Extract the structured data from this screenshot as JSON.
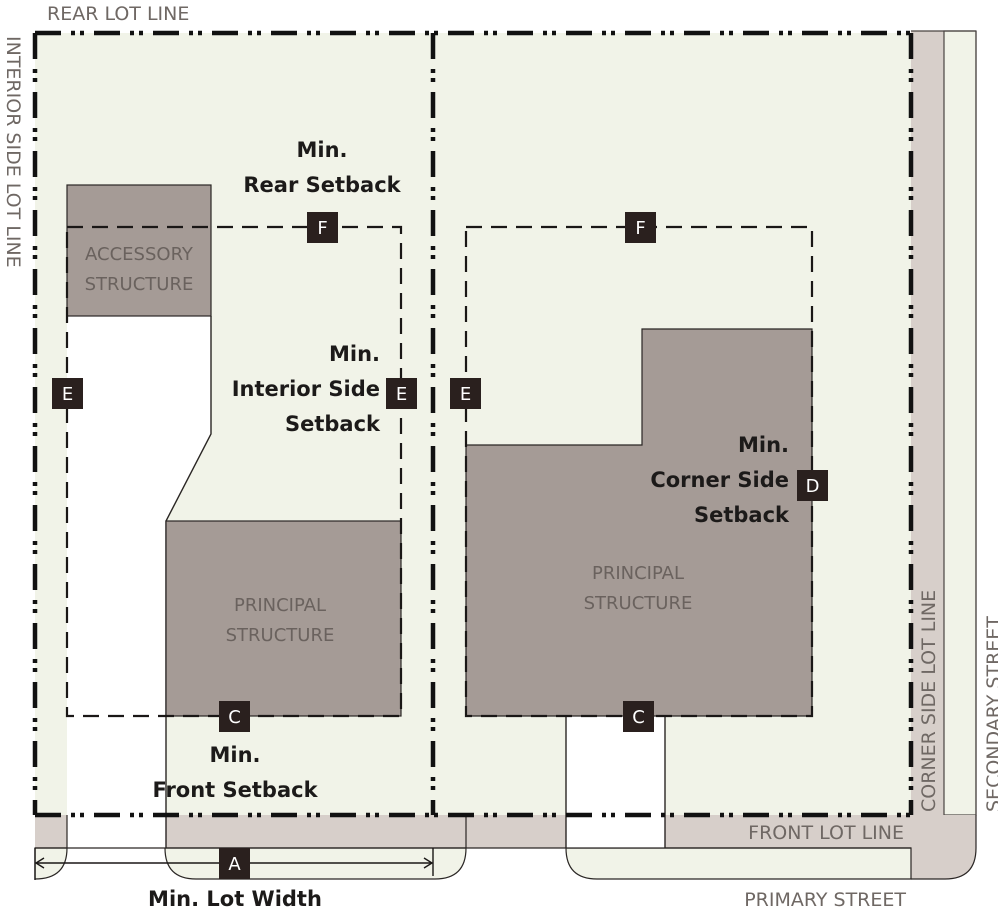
{
  "diagram": {
    "title": "Lot setback diagram",
    "colors": {
      "lot_fill": "#f1f3e8",
      "structure_fill": "#a59b96",
      "street_fill": "#d7cfca",
      "driveway_fill": "#ffffff",
      "badge_fill": "#2a201e",
      "line": "#1a1716",
      "gray_text": "#6f6864"
    },
    "line_labels": {
      "rear_lot_line": "REAR LOT LINE",
      "interior_side_lot_line": "INTERIOR SIDE LOT LINE",
      "corner_side_lot_line": "CORNER SIDE LOT LINE",
      "front_lot_line": "FRONT LOT LINE",
      "primary_street": "PRIMARY STREET",
      "secondary_street": "SECONDARY STREET"
    },
    "structures": {
      "accessory": [
        "ACCESSORY",
        "STRUCTURE"
      ],
      "principal_left": [
        "PRINCIPAL",
        "STRUCTURE"
      ],
      "principal_right": [
        "PRINCIPAL",
        "STRUCTURE"
      ]
    },
    "setback_labels": {
      "rear": [
        "Min.",
        "Rear Setback"
      ],
      "interior_side": [
        "Min.",
        "Interior Side",
        "Setback"
      ],
      "corner_side": [
        "Min.",
        "Corner Side",
        "Setback"
      ],
      "front": [
        "Min.",
        "Front Setback"
      ],
      "lot_width": "Min. Lot Width"
    },
    "badges": {
      "A": "A",
      "C": "C",
      "D": "D",
      "E": "E",
      "F": "F"
    },
    "legend_meaning": {
      "A": "Min. Lot Width",
      "C": "Min. Front Setback",
      "D": "Min. Corner Side Setback",
      "E": "Min. Interior Side Setback",
      "F": "Min. Rear Setback"
    }
  }
}
